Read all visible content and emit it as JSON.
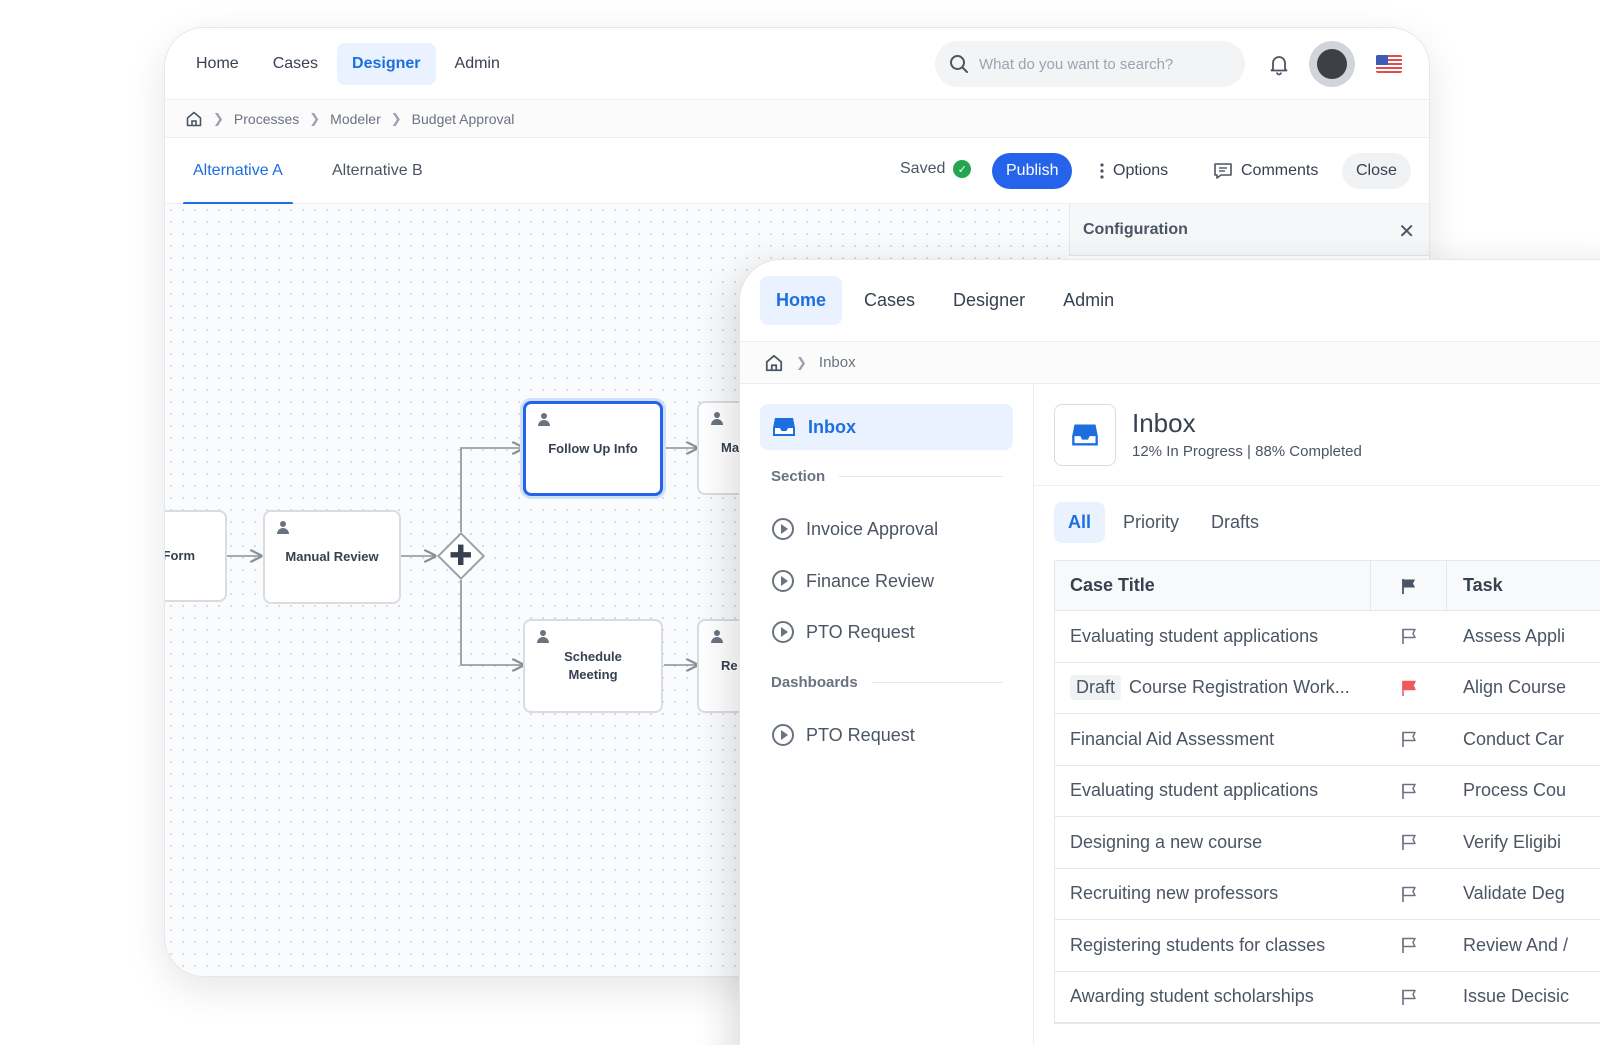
{
  "designer": {
    "nav": [
      "Home",
      "Cases",
      "Designer",
      "Admin"
    ],
    "active_nav": "Designer",
    "search_placeholder": "What do you want to search?",
    "breadcrumb": [
      "Processes",
      "Modeler",
      "Budget Approval"
    ],
    "tabs": [
      "Alternative A",
      "Alternative B"
    ],
    "saved_label": "Saved",
    "publish_label": "Publish",
    "options_label": "Options",
    "comments_label": "Comments",
    "close_label": "Close",
    "config_title": "Configuration",
    "nodes": {
      "form": "Form",
      "manual_review": "Manual Review",
      "follow_up": "Follow Up Info",
      "schedule_line1": "Schedule",
      "schedule_line2": "Meeting",
      "partial_top": "Ma",
      "partial_bottom": "Re"
    }
  },
  "inbox_app": {
    "nav": [
      "Home",
      "Cases",
      "Designer",
      "Admin"
    ],
    "active_nav": "Home",
    "breadcrumb": [
      "Inbox"
    ],
    "sidebar": {
      "inbox_label": "Inbox",
      "section_label": "Section",
      "section_items": [
        "Invoice Approval",
        "Finance Review",
        "PTO Request"
      ],
      "dashboards_label": "Dashboards",
      "dashboard_items": [
        "PTO Request"
      ]
    },
    "header": {
      "title": "Inbox",
      "stats": "12% In Progress |  88% Completed"
    },
    "tabs": [
      "All",
      "Priority",
      "Drafts"
    ],
    "active_tab": "All",
    "table": {
      "columns": [
        "Case Title",
        "Task"
      ],
      "rows": [
        {
          "badge": "",
          "title": "Evaluating student applications",
          "flagged": false,
          "task": "Assess Appli"
        },
        {
          "badge": "Draft",
          "title": "Course Registration Work...",
          "flagged": true,
          "task": "Align Course"
        },
        {
          "badge": "",
          "title": "Financial Aid Assessment",
          "flagged": false,
          "task": "Conduct Car"
        },
        {
          "badge": "",
          "title": "Evaluating student applications",
          "flagged": false,
          "task": "Process Cou"
        },
        {
          "badge": "",
          "title": "Designing a new course",
          "flagged": false,
          "task": "Verify Eligibi"
        },
        {
          "badge": "",
          "title": "Recruiting new professors",
          "flagged": false,
          "task": "Validate Deg"
        },
        {
          "badge": "",
          "title": "Registering students for classes",
          "flagged": false,
          "task": "Review And /"
        },
        {
          "badge": "",
          "title": "Awarding student scholarships",
          "flagged": false,
          "task": "Issue Decisic"
        }
      ]
    }
  },
  "colors": {
    "accent": "#2563eb",
    "accent_light": "#eaf2ff",
    "saved_green": "#22a652",
    "flag_red": "#ef5a5a"
  },
  "icons": [
    "search-icon",
    "bell-icon",
    "home-icon",
    "check-icon",
    "kebab-icon",
    "comment-icon",
    "close-icon",
    "user-icon",
    "plus-icon",
    "inbox-icon",
    "play-circle-icon",
    "flag-icon"
  ]
}
